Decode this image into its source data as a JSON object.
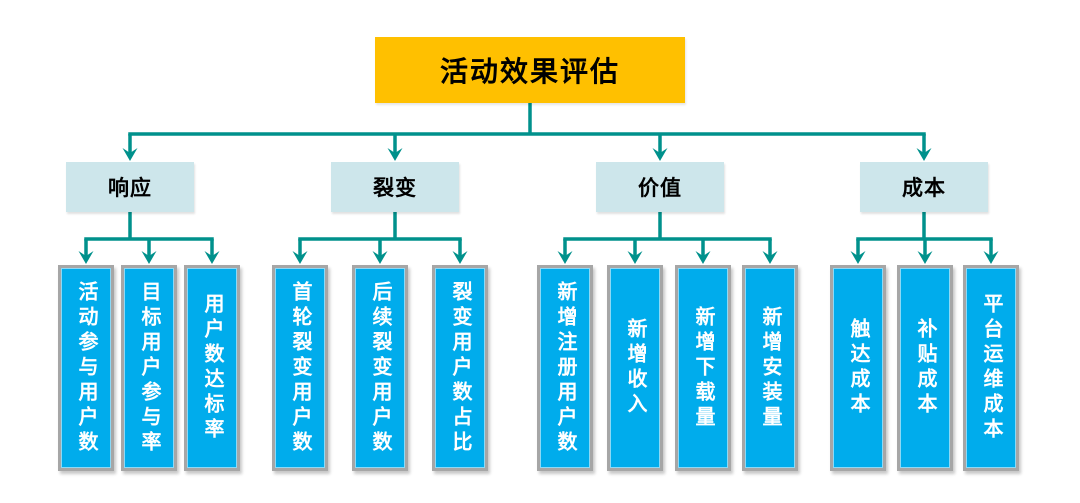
{
  "diagram": {
    "title": "活动效果评估",
    "colors": {
      "background": "#FFFFFF",
      "root_fill": "#FFC000",
      "root_text": "#000000",
      "branch_fill": "#CDE6EB",
      "branch_text": "#000000",
      "leaf_fill": "#00ACEC",
      "leaf_border": "#A6A6A6",
      "leaf_text": "#FFFFFF",
      "connector": "#00918C"
    },
    "groups": [
      {
        "label": "响应",
        "children": [
          "活动参与用户数",
          "目标用户参与率",
          "用户数达标率"
        ]
      },
      {
        "label": "裂变",
        "children": [
          "首轮裂变用户数",
          "后续裂变用户数",
          "裂变用户数占比"
        ]
      },
      {
        "label": "价值",
        "children": [
          "新增注册用户数",
          "新增收入",
          "新增下载量",
          "新增安装量"
        ]
      },
      {
        "label": "成本",
        "children": [
          "触达成本",
          "补贴成本",
          "平台运维成本"
        ]
      }
    ]
  }
}
